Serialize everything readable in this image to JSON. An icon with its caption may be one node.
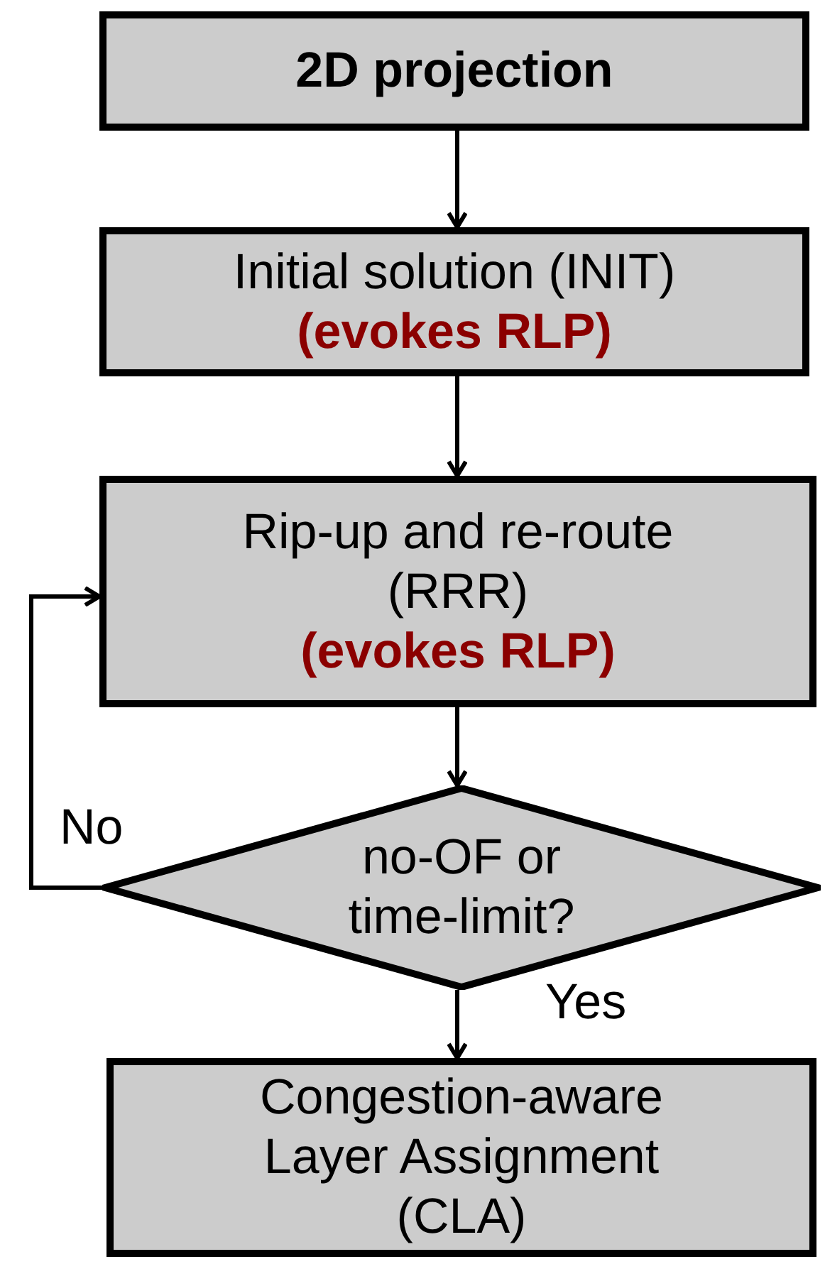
{
  "diagram": {
    "nodes": [
      {
        "text": [
          "2D projection"
        ]
      },
      {
        "text": [
          "Initial solution (INIT)",
          "(evokes RLP)"
        ]
      },
      {
        "text": [
          "Rip-up and re-route (RRR)",
          "(evokes RLP)"
        ]
      },
      {
        "text": [
          "no-OF or time-limit?"
        ]
      },
      {
        "text": [
          "Congestion-aware Layer Assignment (CLA)"
        ]
      }
    ],
    "edges": [
      {
        "from": 0,
        "to": 1,
        "arrow": "to"
      },
      {
        "from": 1,
        "to": 2,
        "arrow": "to"
      },
      {
        "from": 2,
        "to": 3,
        "arrow": "to"
      },
      {
        "from": 3,
        "to": 2,
        "arrow": "to",
        "label": "No"
      },
      {
        "from": 3,
        "to": 4,
        "arrow": "to",
        "label": "Yes"
      }
    ]
  }
}
